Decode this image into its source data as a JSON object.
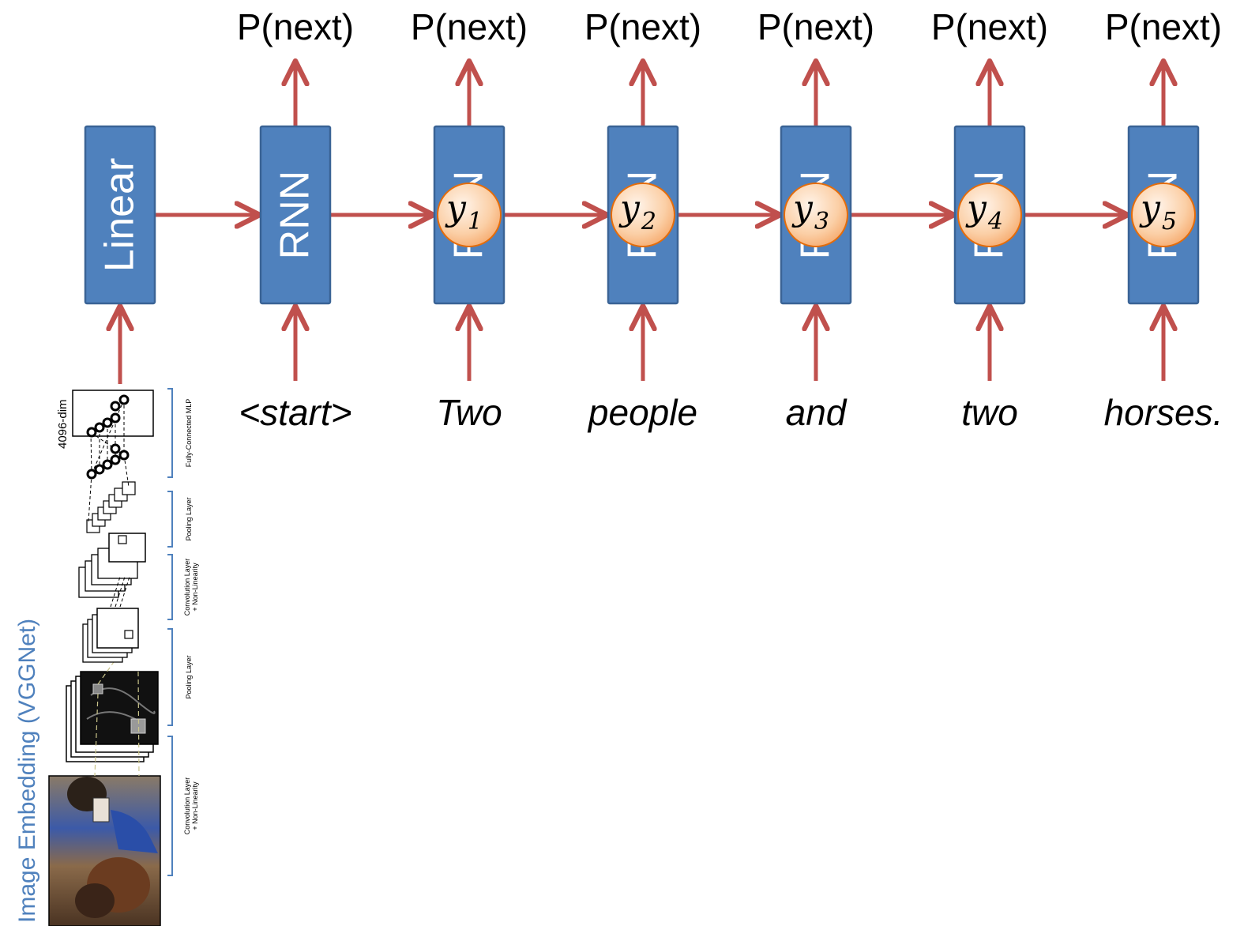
{
  "outputs": [
    "P(next)",
    "P(next)",
    "P(next)",
    "P(next)",
    "P(next)",
    "P(next)"
  ],
  "boxes": [
    "Linear",
    "RNN",
    "RNN",
    "RNN",
    "RNN",
    "RNN",
    "RNN"
  ],
  "inputs": [
    "<start>",
    "Two",
    "people",
    "and",
    "two",
    "horses."
  ],
  "predictions": [
    {
      "symbol": "y",
      "sub": "1"
    },
    {
      "symbol": "y",
      "sub": "2"
    },
    {
      "symbol": "y",
      "sub": "3"
    },
    {
      "symbol": "y",
      "sub": "4"
    },
    {
      "symbol": "y",
      "sub": "5"
    }
  ],
  "image_embedding": {
    "title": "Image Embedding (VGGNet)",
    "dim_label": "4096-dim",
    "layer_labels": [
      "Fully-Connected MLP",
      "Pooling Layer",
      "Convolution Layer + Non-Linearity",
      "Pooling Layer",
      "Convolution Layer + Non-Linearity"
    ]
  },
  "colors": {
    "box_fill": "#4f81bd",
    "box_stroke": "#3a6395",
    "arrow": "#c0504d",
    "node_fill": "#fbd5b5",
    "node_stroke": "#e46c0a",
    "bracket": "#4f81bd"
  }
}
